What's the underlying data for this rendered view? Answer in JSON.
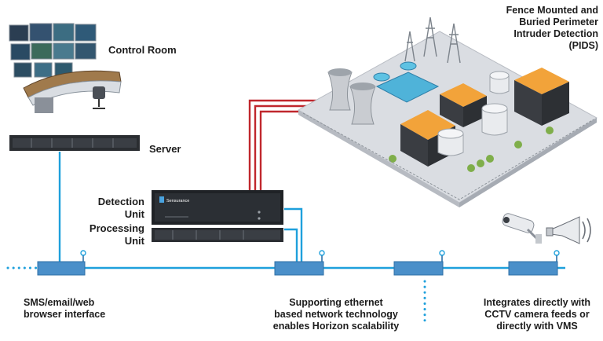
{
  "labels": {
    "control_room": "Control Room",
    "server": "Server",
    "detection_unit_line1": "Detection",
    "detection_unit_line2": "Unit",
    "processing_unit_line1": "Processing",
    "processing_unit_line2": "Unit",
    "pids_line1": "Fence Mounted and",
    "pids_line2": "Buried Perimeter",
    "pids_line3": "Intruder Detection",
    "pids_line4": "(PIDS)",
    "sms_line1": "SMS/email/web",
    "sms_line2": "browser interface",
    "ethernet_line1": "Supporting ethernet",
    "ethernet_line2": "based network technology",
    "ethernet_line3": "enables Horizon scalability",
    "cctv_line1": "Integrates directly with",
    "cctv_line2": "CCTV camera feeds or",
    "cctv_line3": "directly with VMS"
  },
  "device_text": {
    "brand": "Sensurance"
  },
  "colors": {
    "network_line": "#1ea0dc",
    "sensor_cable": "#c0272d",
    "rack_unit": "#2a2d31",
    "node_body": "#4a8fc9",
    "plant_floor": "#dadde2"
  },
  "icons": [
    "control-room-icon",
    "rack-server-icon",
    "network-node-icon",
    "industrial-site-icon",
    "cctv-camera-icon",
    "siren-icon"
  ]
}
